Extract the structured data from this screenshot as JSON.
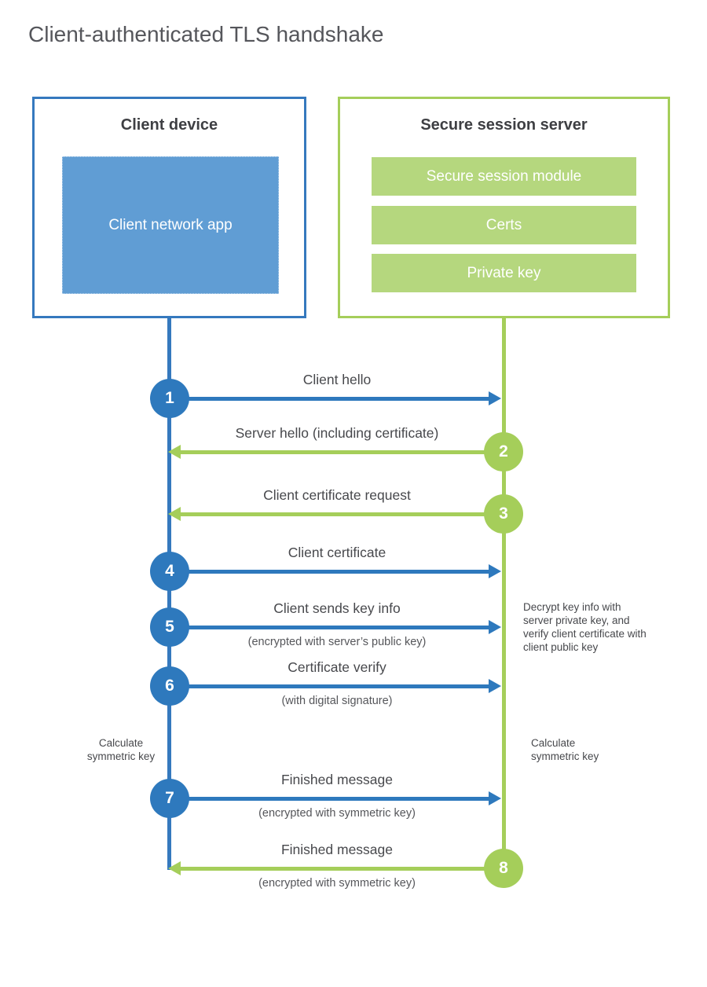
{
  "title": "Client-authenticated TLS handshake",
  "colors": {
    "client_accent": "#2E79BD",
    "client_border": "#3579BE",
    "client_fill": "#609DD4",
    "server_accent": "#A5CE5A",
    "server_fill": "#B5D77E",
    "heading_text": "#3E3F43",
    "body_text": "#47484C"
  },
  "client_box": {
    "title": "Client device",
    "module": "Client network app"
  },
  "server_box": {
    "title": "Secure session server",
    "modules": [
      "Secure session module",
      "Certs",
      "Private key"
    ]
  },
  "steps": [
    {
      "num": "1",
      "label": "Client hello"
    },
    {
      "num": "2",
      "label": "Server hello (including certificate)"
    },
    {
      "num": "3",
      "label": "Client certificate request"
    },
    {
      "num": "4",
      "label": "Client certificate"
    },
    {
      "num": "5",
      "label": "Client sends key info",
      "sublabel": "(encrypted with server’s public key)"
    },
    {
      "num": "6",
      "label": "Certificate verify",
      "sublabel": "(with digital signature)"
    },
    {
      "num": "7",
      "label": "Finished message",
      "sublabel": "(encrypted with symmetric key)"
    },
    {
      "num": "8",
      "label": "Finished message",
      "sublabel": "(encrypted with symmetric key)"
    }
  ],
  "annotations": {
    "decrypt_note": "Decrypt key info with server private key, and verify client certificate with client public key",
    "calc_left": "Calculate symmetric key",
    "calc_right": "Calculate symmetric key"
  }
}
